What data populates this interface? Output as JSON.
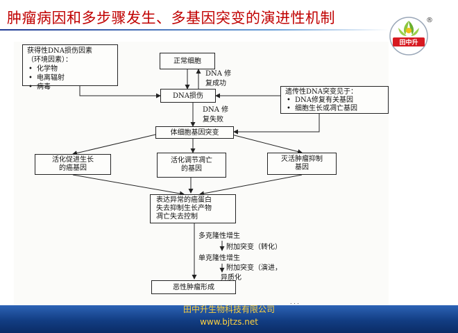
{
  "title": "肿瘤病因和多步骤发生、多基因突变的演进性机制",
  "logo": {
    "text": "田中升",
    "reg": "®"
  },
  "footer": {
    "company": "田中升生物科技有限公司",
    "website": "www.bjtzs.net"
  },
  "diagram": {
    "env_factors": {
      "title": "获得性DNA损伤因素",
      "subtitle": "（环境因素）：",
      "items": [
        "化学物",
        "电离辐射",
        "病毒"
      ]
    },
    "normal_cell": "正常细胞",
    "dna_damage": "DNA损伤",
    "repair_success": [
      "DNA 修",
      "复成功"
    ],
    "repair_fail": [
      "DNA 修",
      "复失败"
    ],
    "hereditary": {
      "title": "遗传性DNA突变见于：",
      "items": [
        "DNA修复有关基因",
        "细胞生长或凋亡基因"
      ]
    },
    "somatic_mutation": "体细胞基因突变",
    "activate_oncogenes": [
      "活化促进生长",
      "的癌基因"
    ],
    "apoptosis_genes": [
      "活化调节凋亡",
      "的基因"
    ],
    "suppressor_genes": [
      "灭活肿瘤抑制",
      "基因"
    ],
    "abnormal_expression": [
      "表达异常的癌蛋白",
      "失去抑制生长产物",
      "凋亡失去控制"
    ],
    "polyclonal": "多克隆性增生",
    "extra_mutation_1": "附加突变（转化）",
    "monoclonal": "单克隆性增生",
    "extra_mutation_2": "附加突变（演进，",
    "heterogeneity": "异质化",
    "malignant": "恶性肿瘤形成"
  }
}
